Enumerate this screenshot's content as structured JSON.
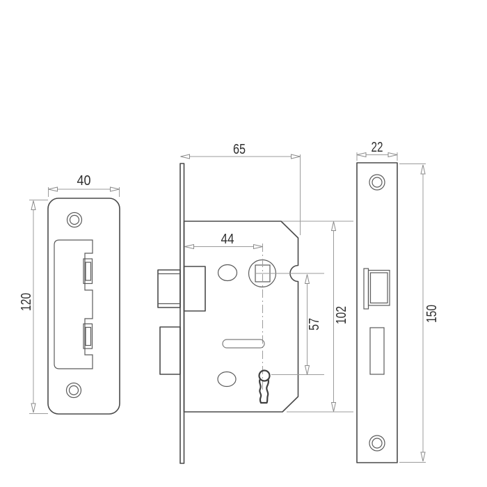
{
  "diagram": {
    "type": "technical-drawing",
    "subject": "Mortice sashlock dimension drawing: keep (strike box), lock case side view and faceplate front view",
    "units": "mm",
    "labels": {
      "keep_width": "40",
      "keep_height": "120",
      "case_depth": "65",
      "backset": "44",
      "spindle_to_keyhole": "57",
      "case_height": "102",
      "faceplate_width": "22",
      "faceplate_height": "150"
    },
    "colors": {
      "background": "#ffffff",
      "outline": "#4a4a4a",
      "dimension_lines": "#9b9b9b",
      "text": "#2e2e2e"
    }
  }
}
